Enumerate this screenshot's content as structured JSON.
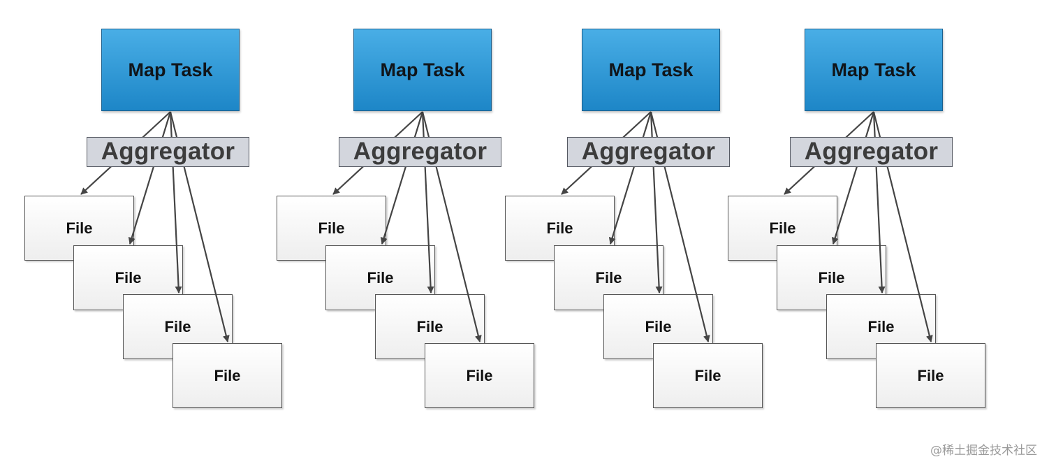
{
  "groups": [
    {
      "map_task": "Map Task",
      "aggregator": "Aggregator",
      "files": [
        "File",
        "File",
        "File",
        "File"
      ]
    },
    {
      "map_task": "Map Task",
      "aggregator": "Aggregator",
      "files": [
        "File",
        "File",
        "File",
        "File"
      ]
    },
    {
      "map_task": "Map Task",
      "aggregator": "Aggregator",
      "files": [
        "File",
        "File",
        "File",
        "File"
      ]
    },
    {
      "map_task": "Map Task",
      "aggregator": "Aggregator",
      "files": [
        "File",
        "File",
        "File",
        "File"
      ]
    }
  ],
  "watermark": "@稀土掘金技术社区",
  "colors": {
    "map_task_fill": "#2f98d8",
    "aggregator_fill": "#d3d6dd",
    "file_fill": "#ffffff",
    "arrow": "#444444"
  }
}
